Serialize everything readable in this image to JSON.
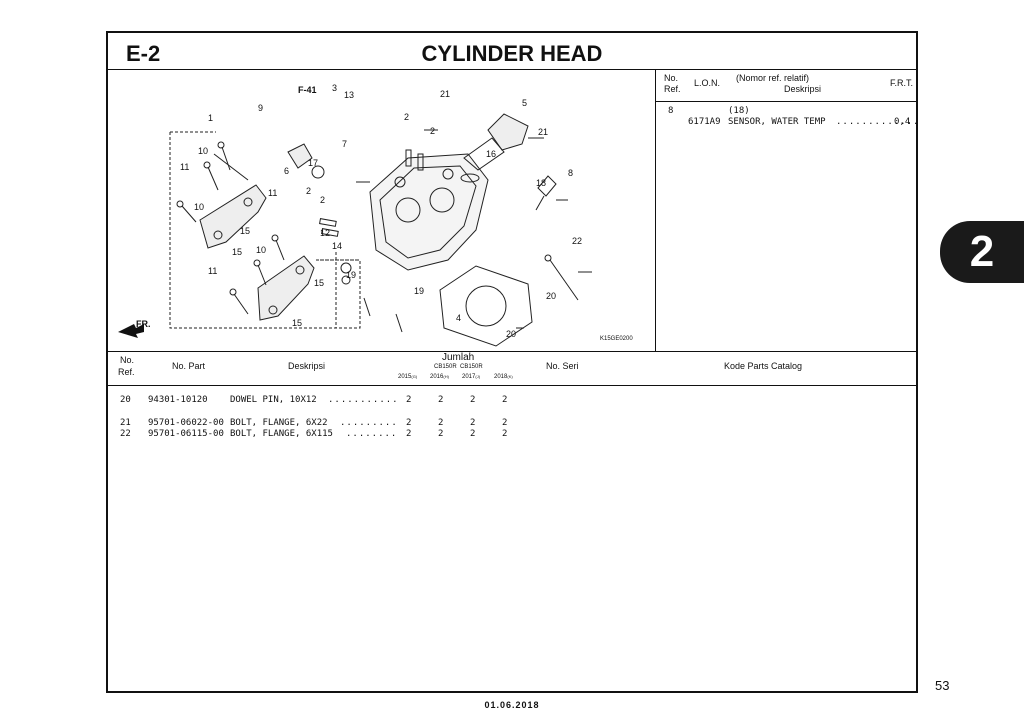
{
  "header": {
    "section_code": "E-2",
    "title": "CYLINDER HEAD"
  },
  "diagram": {
    "code": "K15GE0200",
    "fr_label": "FR.",
    "ref_label": "F-41",
    "callouts": [
      "1",
      "2",
      "2",
      "2",
      "2",
      "3",
      "4",
      "5",
      "6",
      "7",
      "8",
      "9",
      "10",
      "10",
      "10",
      "11",
      "11",
      "11",
      "12",
      "13",
      "14",
      "15",
      "15",
      "15",
      "15",
      "16",
      "17",
      "18",
      "19",
      "19",
      "20",
      "20",
      "21",
      "21",
      "22"
    ]
  },
  "alt_table": {
    "headers": {
      "no_ref": "No.",
      "ref": "Ref.",
      "lon": "L.O.N.",
      "desc_top": "(Nomor ref. relatif)",
      "desc": "Deskripsi",
      "frt": "F.R.T."
    },
    "rows": [
      {
        "no_ref": "8",
        "rel": "(18)",
        "lon": "6171A9",
        "desc": "SENSOR, WATER TEMP",
        "frt": "0,4"
      }
    ]
  },
  "parts_table": {
    "headers": {
      "no_ref_1": "No.",
      "no_ref_2": "Ref.",
      "no_part": "No. Part",
      "desc": "Deskripsi",
      "jumlah": "Jumlah",
      "model1": "CB150R",
      "model2": "CB150R",
      "y2015": "2015",
      "y2015_code": "(G)",
      "y2016": "2016",
      "y2016_code": "(H)",
      "y2017": "2017",
      "y2017_code": "(J)",
      "y2018": "2018",
      "y2018_code": "(K)",
      "no_seri": "No. Seri",
      "catalog": "Kode Parts Catalog"
    },
    "rows": [
      {
        "ref": "20",
        "part": "94301-10120",
        "desc": "DOWEL PIN, 10X12",
        "q": [
          "2",
          "2",
          "2",
          "2"
        ]
      },
      {
        "ref": "21",
        "part": "95701-06022-00",
        "desc": "BOLT, FLANGE, 6X22",
        "q": [
          "2",
          "2",
          "2",
          "2"
        ]
      },
      {
        "ref": "22",
        "part": "95701-06115-00",
        "desc": "BOLT, FLANGE, 6X115",
        "q": [
          "2",
          "2",
          "2",
          "2"
        ]
      }
    ]
  },
  "chapter_tab": "2",
  "page_number": "53",
  "print_date": "01.06.2018"
}
